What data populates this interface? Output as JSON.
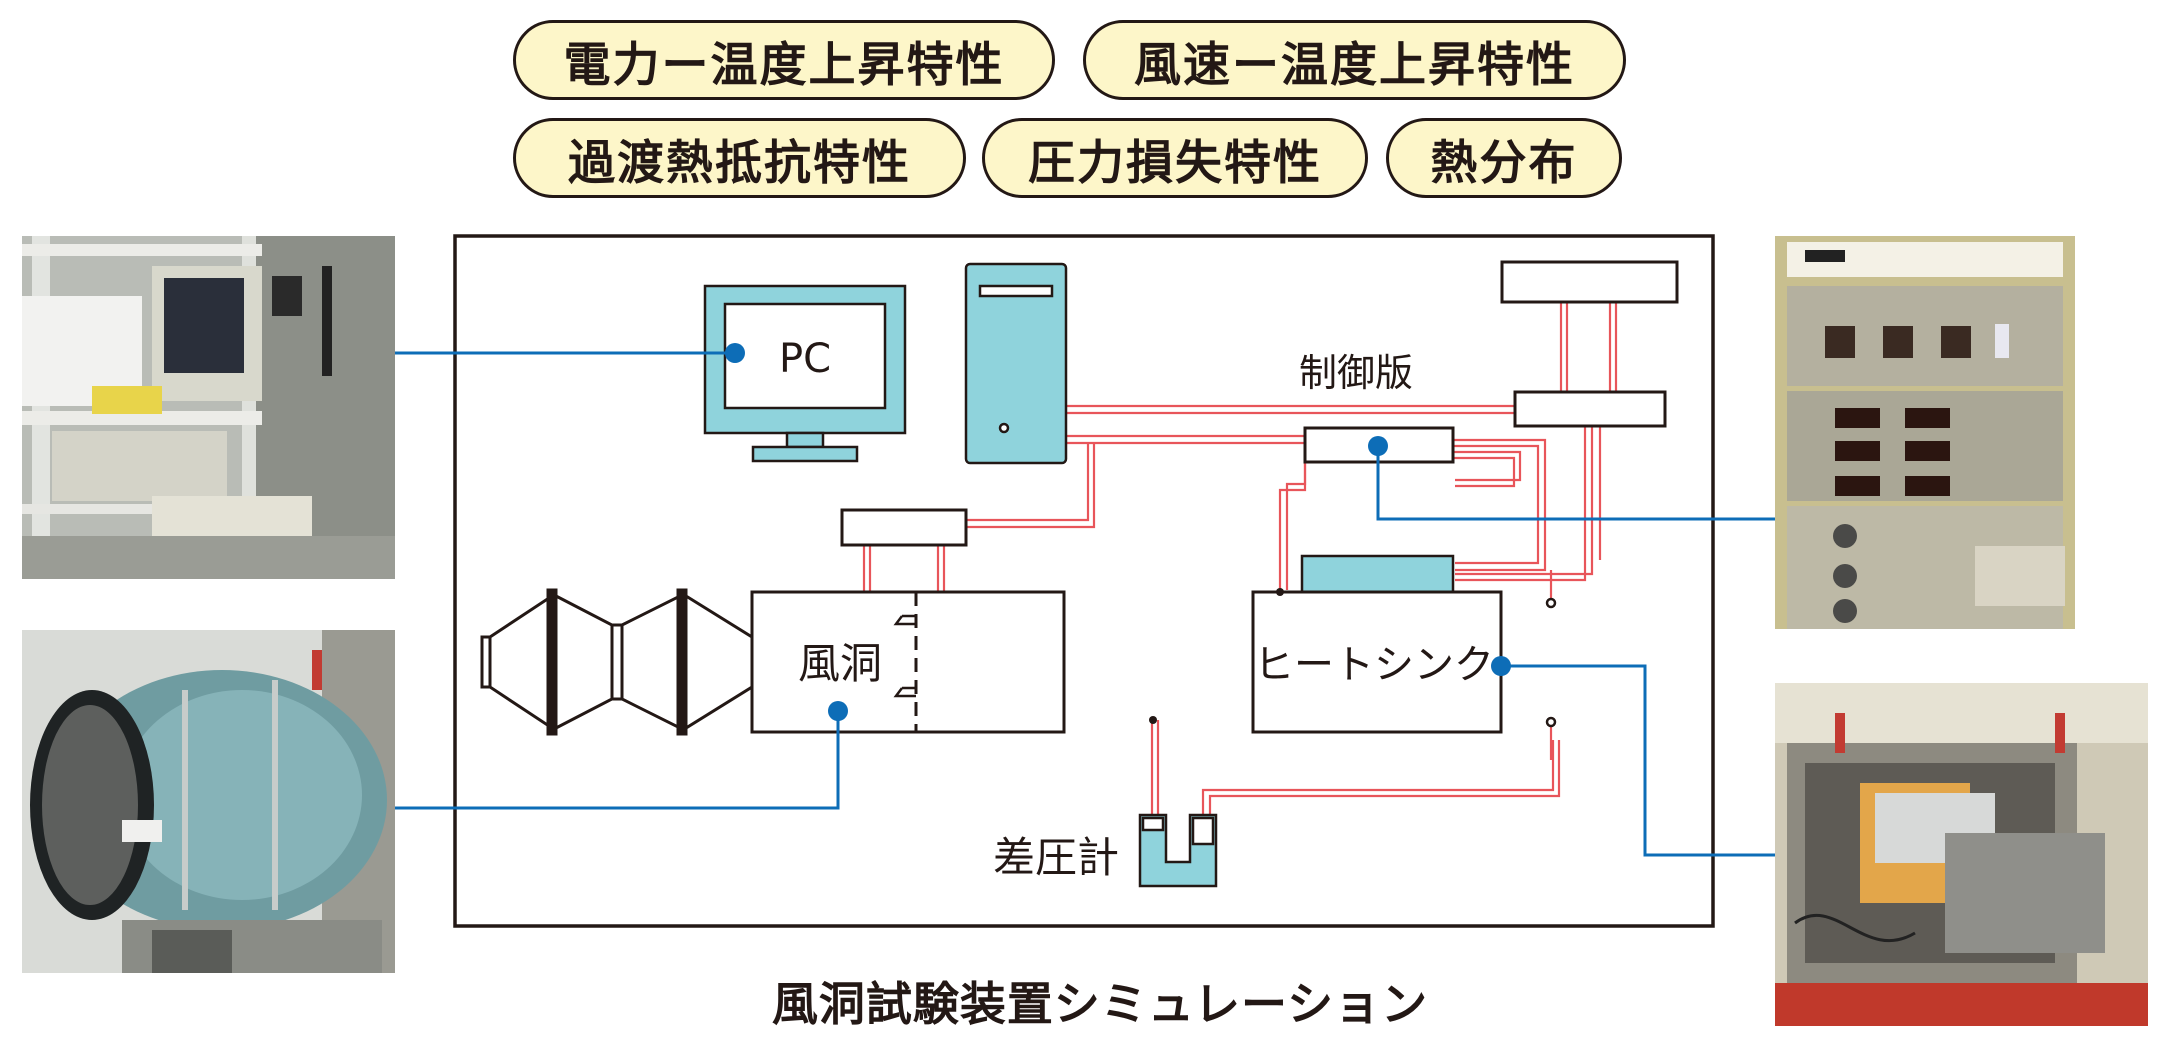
{
  "characteristics": {
    "power_temp": "電力ー温度上昇特性",
    "wind_temp": "風速ー温度上昇特性",
    "transient": "過渡熱抵抗特性",
    "pressure_loss": "圧力損失特性",
    "heat_dist": "熱分布"
  },
  "diagram": {
    "pc": "PC",
    "control_board": "制御版",
    "wind_tunnel": "風洞",
    "heatsink": "ヒートシンク",
    "manometer": "差圧計"
  },
  "caption": "風洞試験装置シミュレーション",
  "colors": {
    "pill_fill": "#fdf6c9",
    "cyan": "#8fd3dc",
    "connector_blue": "#0d6db7",
    "wiring_red": "#e8555a"
  }
}
